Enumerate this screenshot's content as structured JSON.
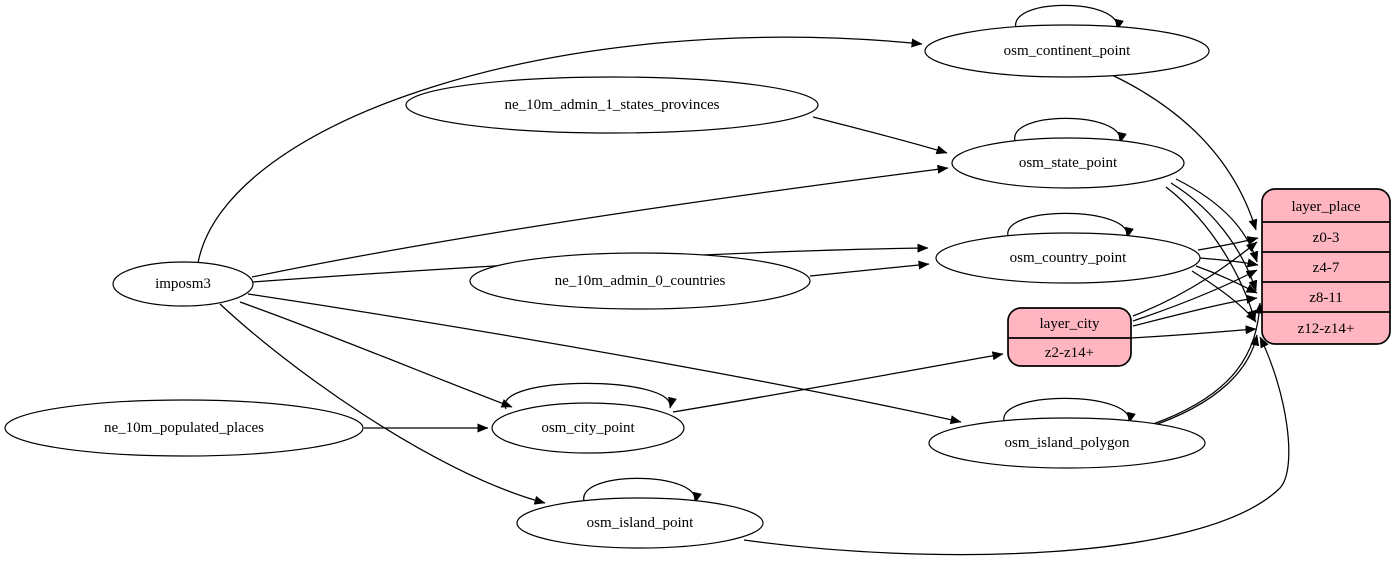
{
  "diagram": {
    "kind": "etl-dependency-graph",
    "colors": {
      "background": "#ffffff",
      "node_fill": "#ffffff",
      "node_stroke": "#000000",
      "record_fill": "#ffb6c1",
      "edge": "#000000"
    },
    "nodes": [
      {
        "id": "imposm3",
        "type": "ellipse",
        "label": "imposm3"
      },
      {
        "id": "ne_10m_admin_1_states_provinces",
        "type": "ellipse",
        "label": "ne_10m_admin_1_states_provinces"
      },
      {
        "id": "ne_10m_admin_0_countries",
        "type": "ellipse",
        "label": "ne_10m_admin_0_countries"
      },
      {
        "id": "ne_10m_populated_places",
        "type": "ellipse",
        "label": "ne_10m_populated_places"
      },
      {
        "id": "osm_continent_point",
        "type": "ellipse",
        "label": "osm_continent_point"
      },
      {
        "id": "osm_state_point",
        "type": "ellipse",
        "label": "osm_state_point"
      },
      {
        "id": "osm_country_point",
        "type": "ellipse",
        "label": "osm_country_point"
      },
      {
        "id": "osm_city_point",
        "type": "ellipse",
        "label": "osm_city_point"
      },
      {
        "id": "osm_island_polygon",
        "type": "ellipse",
        "label": "osm_island_polygon"
      },
      {
        "id": "osm_island_point",
        "type": "ellipse",
        "label": "osm_island_point"
      },
      {
        "id": "layer_city",
        "type": "record",
        "title": "layer_city",
        "rows": [
          "z2-z14+"
        ]
      },
      {
        "id": "layer_place",
        "type": "record",
        "title": "layer_place",
        "rows": [
          "z0-3",
          "z4-7",
          "z8-11",
          "z12-z14+"
        ]
      }
    ],
    "edges": [
      {
        "from": "imposm3",
        "to": "osm_continent_point"
      },
      {
        "from": "imposm3",
        "to": "osm_state_point"
      },
      {
        "from": "imposm3",
        "to": "osm_country_point"
      },
      {
        "from": "imposm3",
        "to": "osm_city_point"
      },
      {
        "from": "imposm3",
        "to": "osm_island_polygon"
      },
      {
        "from": "imposm3",
        "to": "osm_island_point"
      },
      {
        "from": "ne_10m_admin_1_states_provinces",
        "to": "osm_state_point"
      },
      {
        "from": "ne_10m_admin_0_countries",
        "to": "osm_country_point"
      },
      {
        "from": "ne_10m_populated_places",
        "to": "osm_city_point"
      },
      {
        "from": "osm_continent_point",
        "to": "osm_continent_point"
      },
      {
        "from": "osm_state_point",
        "to": "osm_state_point"
      },
      {
        "from": "osm_country_point",
        "to": "osm_country_point"
      },
      {
        "from": "osm_city_point",
        "to": "osm_city_point"
      },
      {
        "from": "osm_island_polygon",
        "to": "osm_island_polygon"
      },
      {
        "from": "osm_island_point",
        "to": "osm_island_point"
      },
      {
        "from": "osm_continent_point",
        "to": "layer_place",
        "to_port": "z0-3"
      },
      {
        "from": "osm_country_point",
        "to": "layer_place",
        "to_port": "z0-3"
      },
      {
        "from": "osm_country_point",
        "to": "layer_place",
        "to_port": "z4-7"
      },
      {
        "from": "osm_country_point",
        "to": "layer_place",
        "to_port": "z8-11"
      },
      {
        "from": "osm_country_point",
        "to": "layer_place",
        "to_port": "z12-z14+"
      },
      {
        "from": "osm_state_point",
        "to": "layer_place",
        "to_port": "z4-7"
      },
      {
        "from": "osm_state_point",
        "to": "layer_place",
        "to_port": "z8-11"
      },
      {
        "from": "osm_state_point",
        "to": "layer_place",
        "to_port": "z12-z14+"
      },
      {
        "from": "osm_city_point",
        "to": "layer_city",
        "to_port": "z2-z14+"
      },
      {
        "from": "layer_city",
        "to": "layer_place",
        "to_port": "z0-3"
      },
      {
        "from": "layer_city",
        "to": "layer_place",
        "to_port": "z4-7"
      },
      {
        "from": "layer_city",
        "to": "layer_place",
        "to_port": "z8-11"
      },
      {
        "from": "layer_city",
        "to": "layer_place",
        "to_port": "z12-z14+"
      },
      {
        "from": "osm_island_polygon",
        "to": "layer_place",
        "to_port": "z8-11"
      },
      {
        "from": "osm_island_polygon",
        "to": "layer_place",
        "to_port": "z12-z14+"
      },
      {
        "from": "osm_island_point",
        "to": "layer_place",
        "to_port": "z12-z14+"
      }
    ]
  }
}
